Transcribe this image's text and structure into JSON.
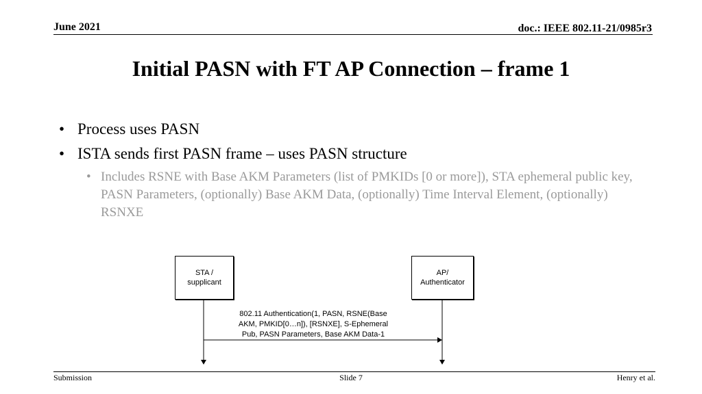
{
  "header": {
    "date": "June 2021",
    "doc_id": "doc.: IEEE 802.11-21/0985r3"
  },
  "title": "Initial PASN with FT AP Connection – frame 1",
  "bullets": [
    {
      "text": "Process uses PASN"
    },
    {
      "text": "ISTA sends first PASN frame – uses PASN structure"
    }
  ],
  "sub_bullet": {
    "text": "Includes RSNE with Base AKM Parameters (list of PMKIDs [0 or more]), STA ephemeral public key, PASN Parameters, (optionally) Base AKM Data, (optionally) Time Interval Element, (optionally) RSNXE",
    "color": "#9a9a9a"
  },
  "diagram": {
    "sta_label": "STA /\nsupplicant",
    "ap_label": "AP/\nAuthenticator",
    "message_label": "802.11 Authentication(1, PASN, RSNE(Base\nAKM, PMKID[0…n]), [RSNXE], S-Ephemeral\nPub, PASN Parameters, Base AKM Data-1"
  },
  "footer": {
    "left": "Submission",
    "center": "Slide 7",
    "right": "Henry et al."
  }
}
